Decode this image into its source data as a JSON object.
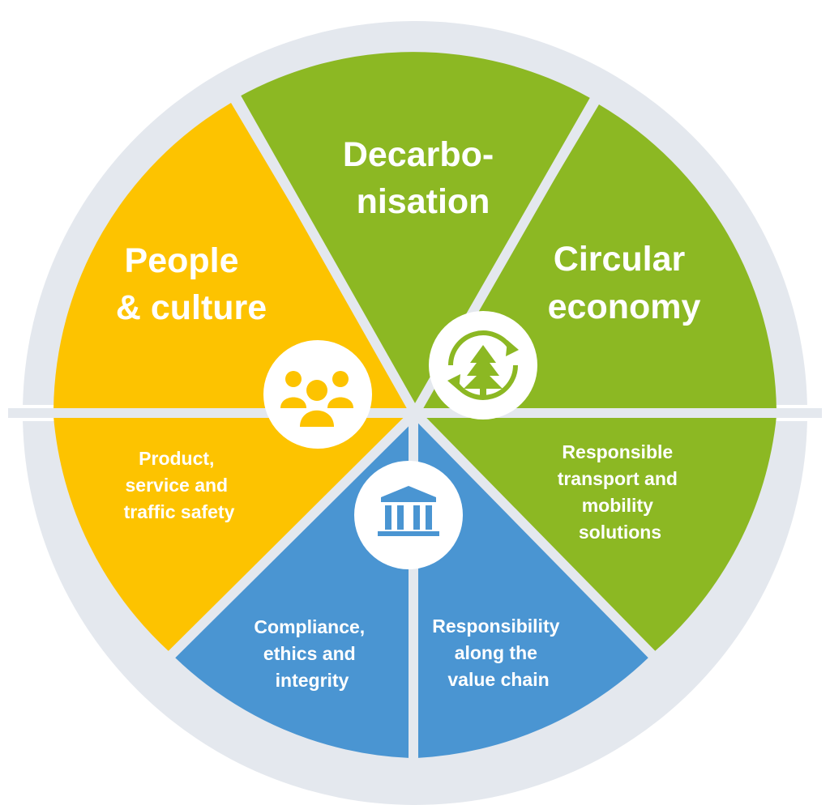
{
  "colors": {
    "ring": "#e4e8ee",
    "separator": "#e4e8ee",
    "yellow": "#fdc300",
    "green": "#8cb823",
    "blue": "#4a95d2",
    "text": "#ffffff",
    "badge": "#ffffff"
  },
  "segments": [
    {
      "id": "decarbonisation",
      "lines": [
        "Decarbo-",
        "nisation"
      ],
      "color_key": "green"
    },
    {
      "id": "circular-economy",
      "lines": [
        "Circular",
        "economy"
      ],
      "color_key": "green",
      "icon": "recycle-tree-icon"
    },
    {
      "id": "responsible-transport",
      "lines": [
        "Responsible",
        "transport and",
        "mobility",
        "solutions"
      ],
      "color_key": "green"
    },
    {
      "id": "responsibility-value-chain",
      "lines": [
        "Responsibility",
        "along the",
        "value chain"
      ],
      "color_key": "blue"
    },
    {
      "id": "compliance-ethics",
      "lines": [
        "Compliance,",
        "ethics and",
        "integrity"
      ],
      "color_key": "blue",
      "icon": "institution-icon"
    },
    {
      "id": "product-safety",
      "lines": [
        "Product,",
        "service and",
        "traffic safety"
      ],
      "color_key": "yellow"
    },
    {
      "id": "people-culture",
      "lines": [
        "People",
        "& culture"
      ],
      "color_key": "yellow",
      "icon": "people-group-icon"
    }
  ]
}
